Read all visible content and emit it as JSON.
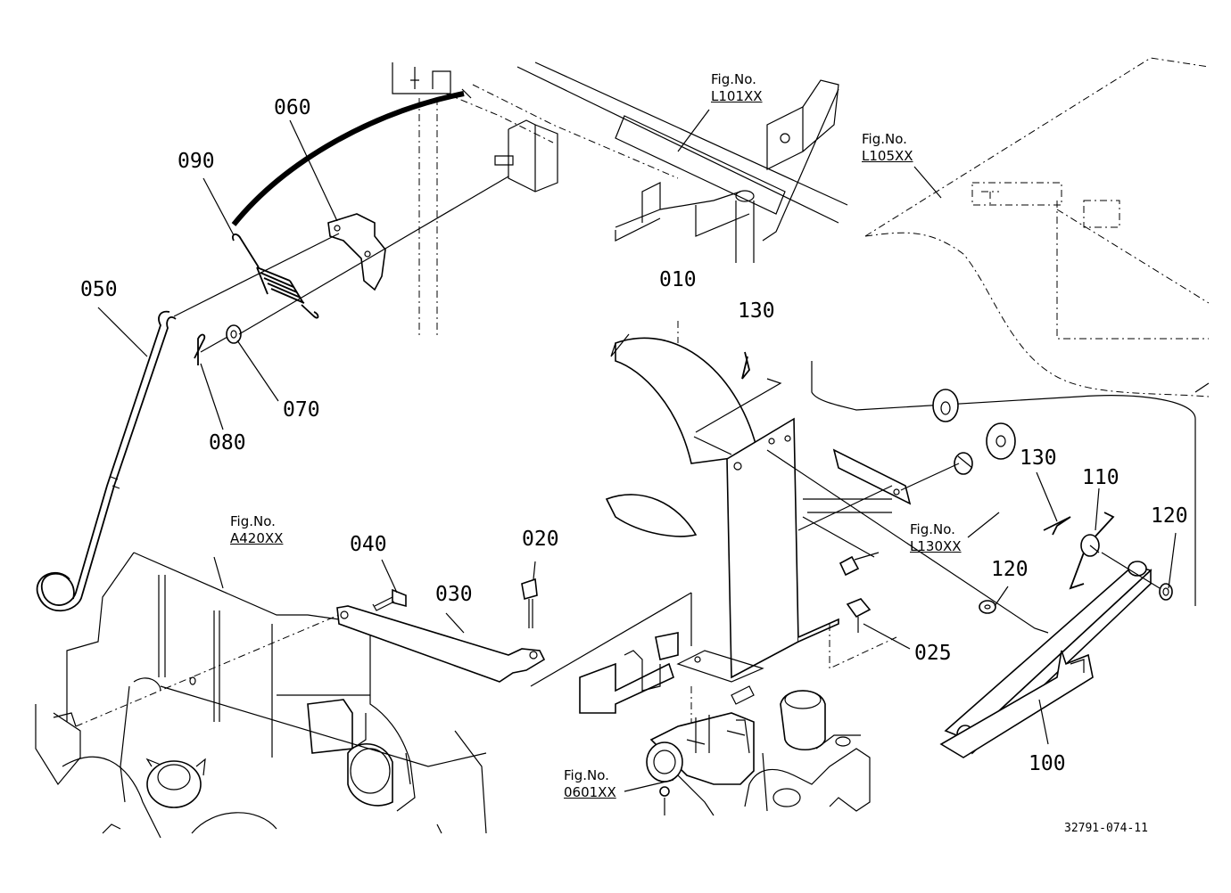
{
  "parts": [
    {
      "id": "p010",
      "label": "010"
    },
    {
      "id": "p020",
      "label": "020"
    },
    {
      "id": "p025",
      "label": "025"
    },
    {
      "id": "p030",
      "label": "030"
    },
    {
      "id": "p040",
      "label": "040"
    },
    {
      "id": "p050",
      "label": "050"
    },
    {
      "id": "p060",
      "label": "060"
    },
    {
      "id": "p070",
      "label": "070"
    },
    {
      "id": "p080",
      "label": "080"
    },
    {
      "id": "p090",
      "label": "090"
    },
    {
      "id": "p100",
      "label": "100"
    },
    {
      "id": "p110",
      "label": "110"
    },
    {
      "id": "p120a",
      "label": "120"
    },
    {
      "id": "p120b",
      "label": "120"
    },
    {
      "id": "p130a",
      "label": "130"
    },
    {
      "id": "p130b",
      "label": "130"
    }
  ],
  "figure_refs": [
    {
      "id": "L101XX",
      "prefix": "Fig.No.",
      "ref": "L101XX"
    },
    {
      "id": "L105XX",
      "prefix": "Fig.No.",
      "ref": "L105XX"
    },
    {
      "id": "A420XX",
      "prefix": "Fig.No.",
      "ref": "A420XX"
    },
    {
      "id": "L130XX",
      "prefix": "Fig.No.",
      "ref": "L130XX"
    },
    {
      "id": "0601XX",
      "prefix": "Fig.No.",
      "ref": "0601XX"
    }
  ],
  "drawing_code": "32791-074-11"
}
